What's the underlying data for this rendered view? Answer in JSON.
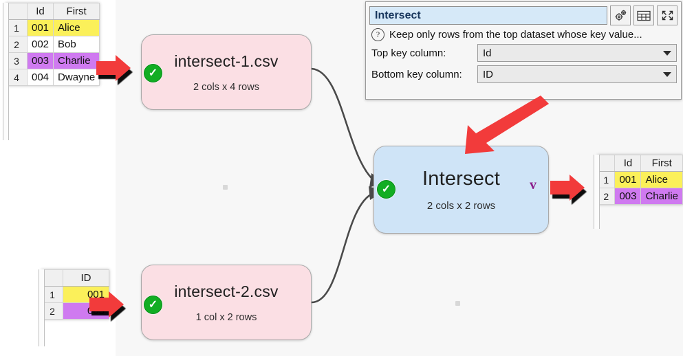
{
  "app": {
    "canvas_label": "flow-canvas"
  },
  "properties_panel": {
    "name_value": "Intersect",
    "name_placeholder": "Item name",
    "toolbar": [
      {
        "name": "settings-gears-icon",
        "label": "Settings"
      },
      {
        "name": "table-view-icon",
        "label": "Table view"
      },
      {
        "name": "expand-icon",
        "label": "Expand"
      }
    ],
    "help_icon_label": "?",
    "description": "Keep only rows from the top dataset whose key value...",
    "fields": [
      {
        "label": "Top key column:",
        "value": "Id"
      },
      {
        "label": "Bottom key column:",
        "value": "ID"
      }
    ]
  },
  "nodes": [
    {
      "id": "intersect-1",
      "title": "intersect-1.csv",
      "subtitle": "2 cols x 4 rows",
      "kind": "file",
      "status": "ok",
      "color": "#fbdfe4"
    },
    {
      "id": "intersect-2",
      "title": "intersect-2.csv",
      "subtitle": "1 col x 2 rows",
      "kind": "file",
      "status": "ok",
      "color": "#fbdfe4"
    },
    {
      "id": "intersect-op",
      "title": "Intersect",
      "subtitle": "2 cols x 2 rows",
      "kind": "operation",
      "status": "ok",
      "color": "#cfe4f7",
      "badge": "v"
    }
  ],
  "tables": {
    "input_top": {
      "name": "intersect-1-preview",
      "row_header": "",
      "columns": [
        "Id",
        "First"
      ],
      "rows": [
        {
          "num": "1",
          "cells": [
            "001",
            "Alice"
          ],
          "highlight": "yellow"
        },
        {
          "num": "2",
          "cells": [
            "002",
            "Bob"
          ],
          "highlight": "none"
        },
        {
          "num": "3",
          "cells": [
            "003",
            "Charlie"
          ],
          "highlight": "purple"
        },
        {
          "num": "4",
          "cells": [
            "004",
            "Dwayne"
          ],
          "highlight": "none"
        }
      ]
    },
    "input_bottom": {
      "name": "intersect-2-preview",
      "row_header": "",
      "columns": [
        "ID"
      ],
      "rows": [
        {
          "num": "1",
          "cells": [
            "001"
          ],
          "highlight": "yellow"
        },
        {
          "num": "2",
          "cells": [
            "003"
          ],
          "highlight": "purple"
        }
      ]
    },
    "output": {
      "name": "intersect-output-preview",
      "row_header": "",
      "columns": [
        "Id",
        "First"
      ],
      "rows": [
        {
          "num": "1",
          "cells": [
            "001",
            "Alice"
          ],
          "highlight": "yellow"
        },
        {
          "num": "2",
          "cells": [
            "003",
            "Charlie"
          ],
          "highlight": "purple"
        }
      ]
    }
  },
  "colors": {
    "highlight_yellow": "#fbf05a",
    "highlight_purple": "#cf7af0",
    "file_node": "#fbdfe4",
    "op_node": "#cfe4f7",
    "status_ok": "#12ad23",
    "annotation_red": "#f23b3b",
    "name_field_bg": "#d6e9f8"
  },
  "annotations": [
    {
      "name": "annotation-arrow-to-top-table",
      "direction": "right"
    },
    {
      "name": "annotation-arrow-to-bottom-table",
      "direction": "right"
    },
    {
      "name": "annotation-arrow-to-intersect-node",
      "direction": "down-left"
    },
    {
      "name": "annotation-arrow-to-output-table",
      "direction": "right"
    }
  ]
}
